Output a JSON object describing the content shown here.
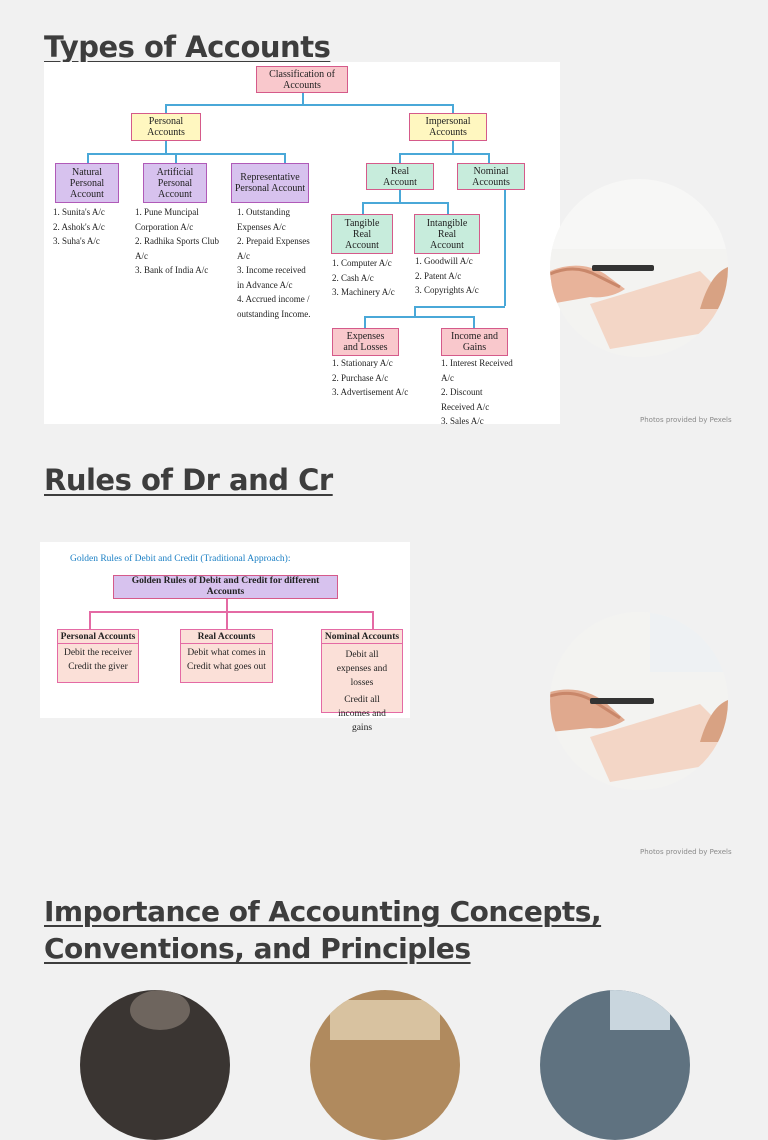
{
  "headings": {
    "types": "Types of Accounts",
    "rules": "Rules of Dr and Cr",
    "importance": "Importance of Accounting Concepts, Conventions, and Principles"
  },
  "classification": {
    "root": "Classification of Accounts",
    "personal": "Personal Accounts",
    "impersonal": "Impersonal Accounts",
    "natural": "Natural Personal Account",
    "artificial": "Artificial Personal Account",
    "representative": "Representative Personal Account",
    "real": "Real Account",
    "nominal": "Nominal Accounts",
    "tangible": "Tangible Real Account",
    "intangible": "Intangible Real Account",
    "expenses": "Expenses and Losses",
    "income": "Income and Gains",
    "natural_items": [
      "1. Sunita's A/c",
      "2. Ashok's A/c",
      "3. Suha's A/c"
    ],
    "artificial_items": [
      "1. Pune Muncipal Corporation A/c",
      "2. Radhika Sports Club A/c",
      "3. Bank of India A/c"
    ],
    "representative_items": [
      "1. Outstanding Expenses A/c",
      "2. Prepaid Expenses A/c",
      "3. Income received in Advance A/c",
      "4. Accrued income / outstanding Income."
    ],
    "tangible_items": [
      "1. Computer A/c",
      "2. Cash A/c",
      "3. Machinery A/c"
    ],
    "intangible_items": [
      "1. Goodwill A/c",
      "2. Patent A/c",
      "3. Copyrights A/c"
    ],
    "expenses_items": [
      "1. Stationary A/c",
      "2. Purchase A/c",
      "3. Advertisement A/c"
    ],
    "income_items": [
      "1. Interest Received A/c",
      "2. Discount Received A/c",
      "3. Sales A/c"
    ]
  },
  "rules": {
    "caption": "Golden Rules of Debit and Credit (Traditional Approach):",
    "title": "Golden Rules of Debit and Credit for different Accounts",
    "personal_title": "Personal Accounts",
    "personal_lines": [
      "Debit the receiver",
      "Credit the giver"
    ],
    "real_title": "Real Accounts",
    "real_lines": [
      "Debit what comes in",
      "Credit what goes out"
    ],
    "nominal_title": "Nominal Accounts",
    "nominal_lines": [
      "Debit all expenses and losses",
      "Credit all incomes and gains"
    ]
  },
  "credits": {
    "photo1": "Photos provided by Pexels",
    "photo2": "Photos provided by Pexels"
  },
  "colors": {
    "background": "#f1f1f1",
    "connector_blue": "#4aa8d8",
    "connector_pink": "#e46aa4",
    "box_pink": "#f9c8cc",
    "box_yellow": "#fff7c0",
    "box_purple": "#d7c2ee",
    "box_green": "#c7ecdc"
  },
  "icons": {
    "photo1": "handshake-document-photo",
    "photo2": "handshake-document-photo"
  }
}
